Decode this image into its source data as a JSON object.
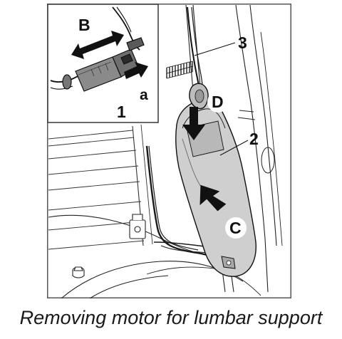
{
  "figure": {
    "callouts": {
      "one": "1",
      "two": "2",
      "three": "3",
      "a": "a",
      "b": "B",
      "c": "C",
      "d": "D"
    }
  },
  "caption": "Removing motor for lumbar support"
}
